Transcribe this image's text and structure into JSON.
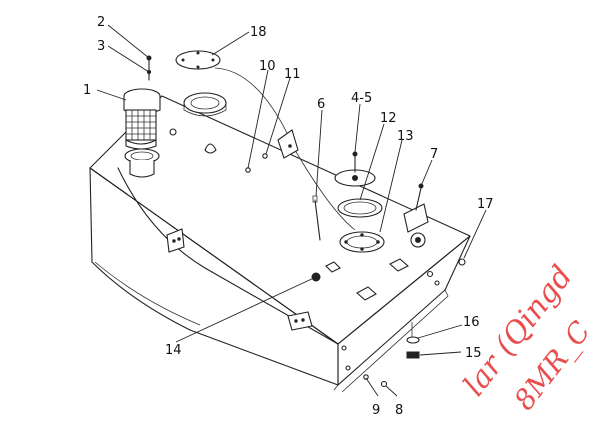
{
  "callouts": [
    "1",
    "2",
    "3",
    "4-5",
    "6",
    "7",
    "8",
    "8",
    "9",
    "10",
    "11",
    "12",
    "13",
    "14",
    "15",
    "16",
    "17",
    "18"
  ],
  "watermark": {
    "line1": "lar (Qingd",
    "line2": "8MR_C"
  },
  "colors": {
    "line": "#222222",
    "watermark": "#e63030",
    "background": "#ffffff"
  }
}
